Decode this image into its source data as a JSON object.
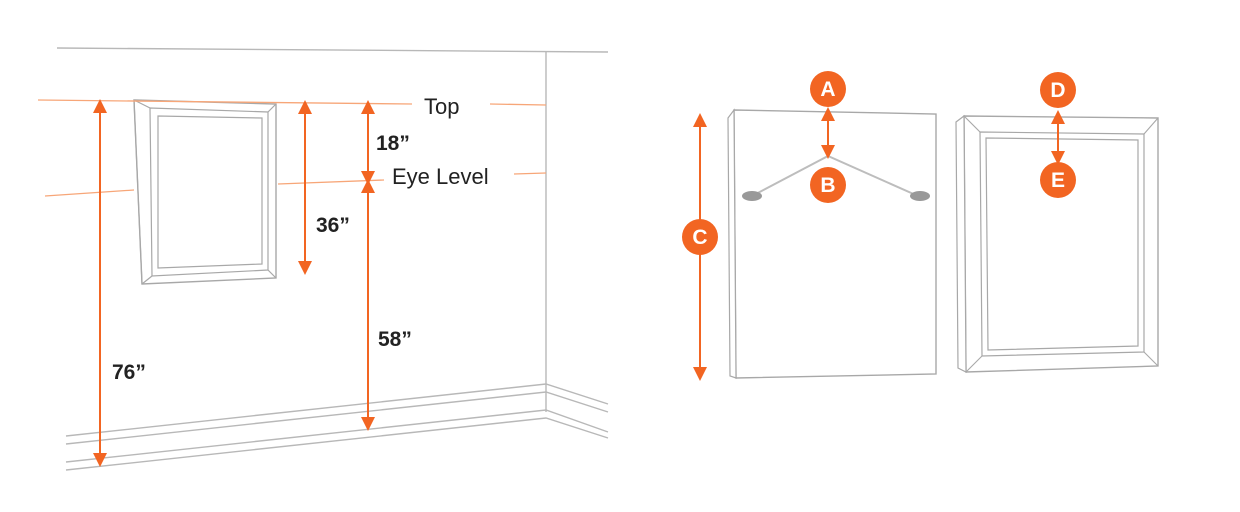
{
  "colors": {
    "accent": "#f26522",
    "guide": "#f7a678",
    "line": "#b8b8b8",
    "text": "#222222"
  },
  "labels": {
    "top": "Top",
    "eye_level": "Eye Level"
  },
  "measurements": {
    "top_to_eye": "18”",
    "frame_height": "36”",
    "eye_to_floor": "58”",
    "top_to_floor": "76”"
  },
  "badges": {
    "a": "A",
    "b": "B",
    "c": "C",
    "d": "D",
    "e": "E"
  }
}
